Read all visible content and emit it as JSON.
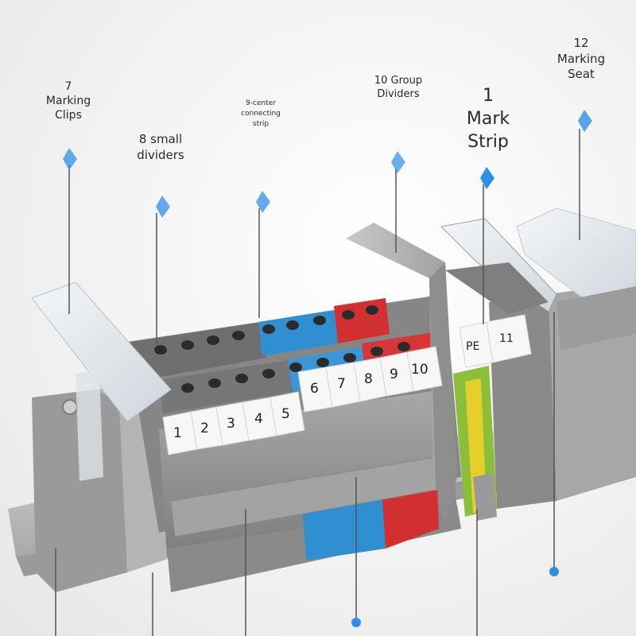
{
  "callouts": {
    "marking_clips": "7\nMarking\nClips",
    "small_dividers": "8 small\ndividers",
    "center_strip": "9-center\nconnecting\nstrip",
    "group_dividers": "10 Group\nDividers",
    "mark_strip": "1\nMark\nStrip",
    "marking_seat": "12\nMarking\nSeat"
  },
  "markers": [
    "1",
    "2",
    "3",
    "4",
    "5",
    "6",
    "7",
    "8",
    "9",
    "10",
    "PE",
    "11"
  ],
  "colors": {
    "grey_body": "#8f8f8f",
    "blue": "#2f8fd0",
    "red": "#d23030",
    "green_yellow": "#8bbf3a",
    "pointer": "#2f8fe6",
    "marker_white": "#f7f7f7",
    "clear_plastic": "#dfe4e8"
  },
  "pointer_icon": "blue-diamond-pointer-icon"
}
